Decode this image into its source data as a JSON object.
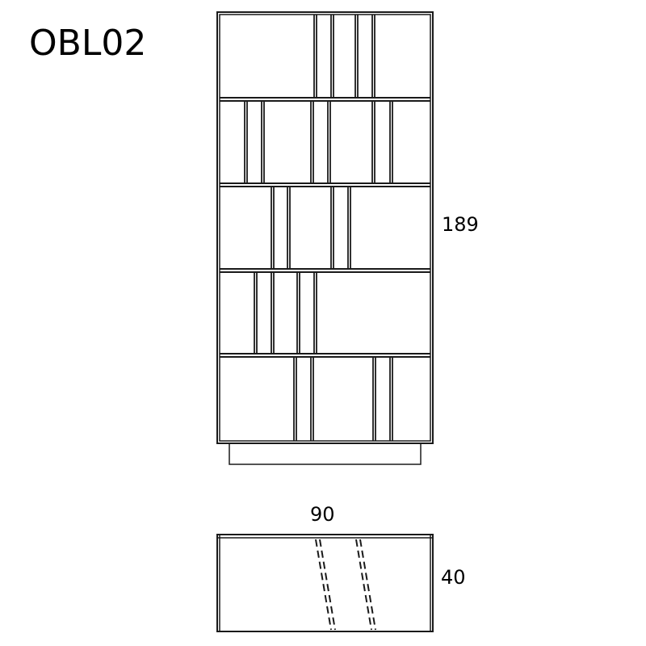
{
  "drawing": {
    "model_code": "OBL02",
    "line_color": "#1a1a1a",
    "dimensions": {
      "height": "189",
      "width": "90",
      "depth": "40"
    }
  }
}
